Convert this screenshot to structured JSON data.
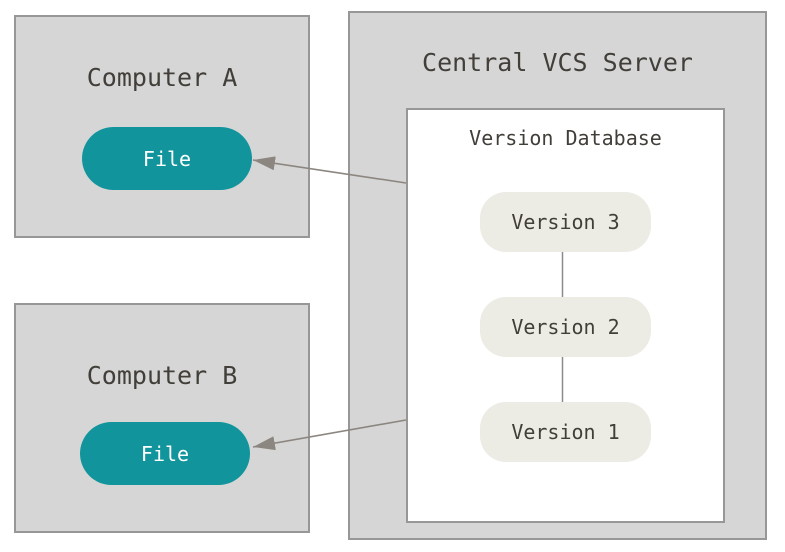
{
  "diagram": {
    "computer_a": {
      "title": "Computer A",
      "file_label": "File"
    },
    "computer_b": {
      "title": "Computer B",
      "file_label": "File"
    },
    "server": {
      "title": "Central VCS Server",
      "database": {
        "title": "Version Database",
        "versions": [
          "Version 3",
          "Version 2",
          "Version 1"
        ]
      }
    },
    "colors": {
      "page_bg": "#ffffff",
      "box_fill": "#d6d6d6",
      "box_border": "#979797",
      "panel_fill": "#ffffff",
      "file_fill": "#12949c",
      "file_text": "#ffffff",
      "version_fill": "#ecece5",
      "text": "#423e39",
      "arrow": "#8c8680",
      "connector": "#8a8a8a"
    }
  }
}
